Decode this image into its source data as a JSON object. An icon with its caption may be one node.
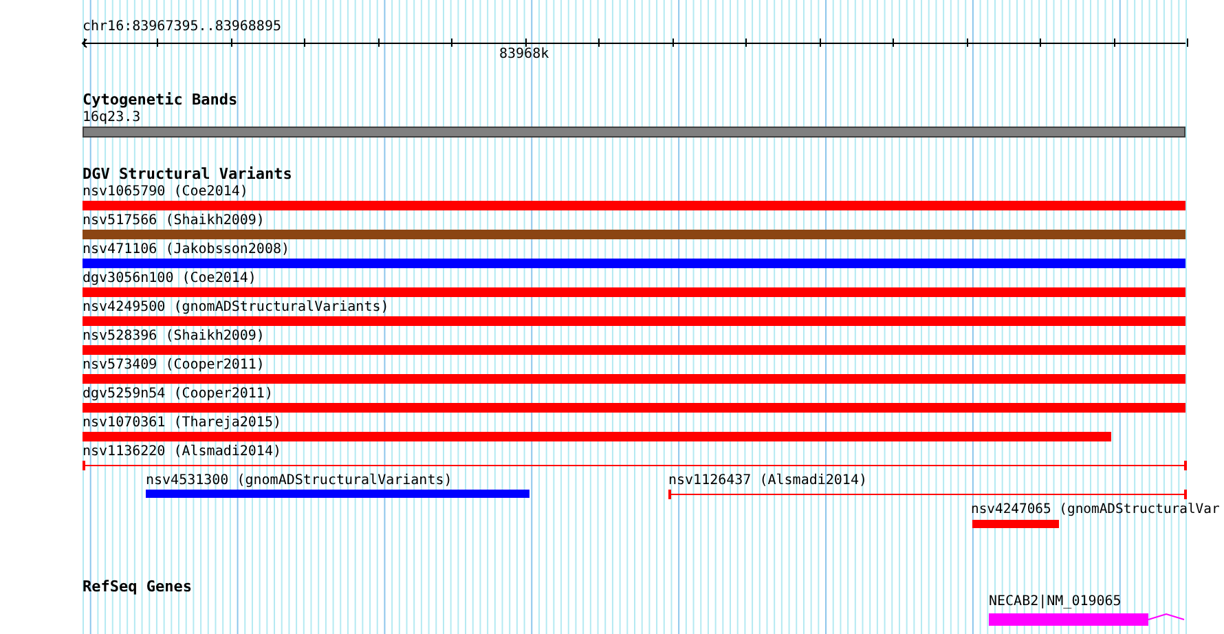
{
  "diagram": {
    "nodes": [
      {
        "text": [
          "16q23.3"
        ]
      },
      {
        "text": [
          "nsv1065790 (Coe2014)"
        ]
      },
      {
        "text": [
          "nsv517566 (Shaikh2009)"
        ]
      },
      {
        "text": [
          "nsv471106 (Jakobsson2008)"
        ]
      },
      {
        "text": [
          "dgv3056n100 (Coe2014)"
        ]
      },
      {
        "text": [
          "nsv4249500 (gnomADStructuralVariants)"
        ]
      },
      {
        "text": [
          "nsv528396 (Shaikh2009)"
        ]
      },
      {
        "text": [
          "nsv573409 (Cooper2011)"
        ]
      },
      {
        "text": [
          "dgv5259n54 (Cooper2011)"
        ]
      },
      {
        "text": [
          "nsv1070361 (Thareja2015)"
        ]
      },
      {
        "text": [
          "nsv1136220 (Alsmadi2014)"
        ]
      },
      {
        "text": [
          "nsv4531300 (gnomADStructuralVariants)"
        ]
      },
      {
        "text": [
          "nsv1126437 (Alsmadi2014)"
        ]
      },
      {
        "text": [
          "nsv4247065 (gnomADStructuralVar"
        ]
      },
      {
        "text": [
          "NECAB2|NM_019065"
        ]
      }
    ],
    "labels": [
      "chr16:83967395..83968895",
      "83968k",
      "Cytogenetic Bands",
      "DGV Structural Variants",
      "RefSeq Genes"
    ]
  }
}
